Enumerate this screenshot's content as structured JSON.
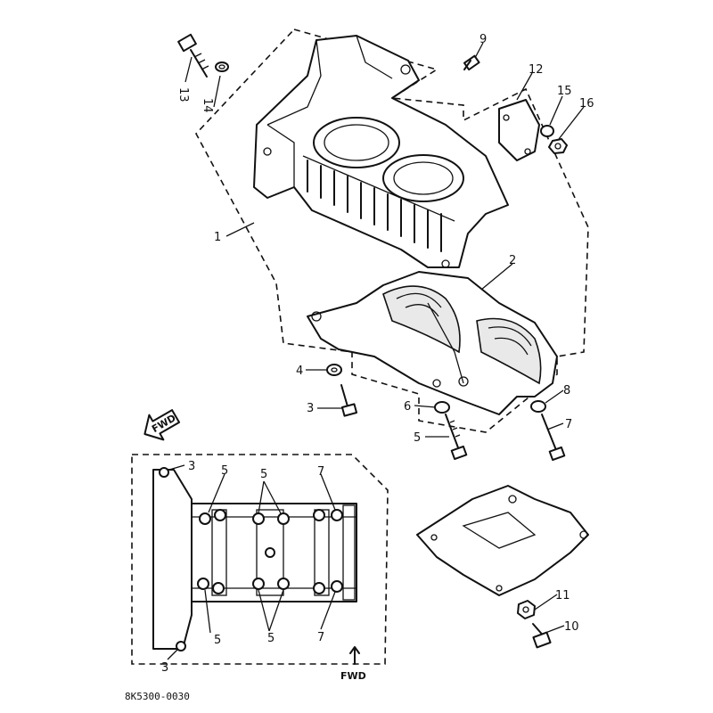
{
  "diagram_code": "8K5300-0030",
  "fwd_label_small": "FWD",
  "fwd_label_bottom": "FWD",
  "callouts": {
    "c1": "1",
    "c2": "2",
    "c3": "3",
    "c4": "4",
    "c5": "5",
    "c6": "6",
    "c7": "7",
    "c8": "8",
    "c9": "9",
    "c10": "10",
    "c11": "11",
    "c12": "12",
    "c13": "13",
    "c14": "14",
    "c15": "15",
    "c16": "16"
  },
  "inset_callouts": {
    "tl_3": "3",
    "bl_3": "3",
    "top_5a": "5",
    "top_5b": "5",
    "top_7": "7",
    "bot_5a": "5",
    "bot_5b": "5",
    "bot_7": "7"
  }
}
